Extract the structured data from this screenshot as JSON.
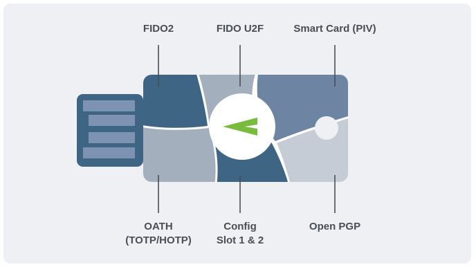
{
  "diagram": {
    "labels": {
      "fido2": "FIDO2",
      "fido_u2f": "FIDO U2F",
      "smart_card": "Smart Card (PIV)",
      "oath_line1": "OATH",
      "oath_line2": "(TOTP/HOTP)",
      "config_line1": "Config",
      "config_line2": "Slot 1 & 2",
      "open_pgp": "Open PGP"
    },
    "colors": {
      "background": "#eef0f3",
      "text": "#4a4d52",
      "connector_line": "#4a4d52",
      "dark_segment": "#3f6585",
      "mid_segment": "#6d85a3",
      "light_segment": "#a4afbe",
      "pale_segment": "#c6ccd6",
      "usb_plug": "#3f6585",
      "usb_contacts": "#7d93b1",
      "center_disc": "#ffffff",
      "logo_accent": "#79bc3d"
    },
    "icons": [
      "security-key-illustration",
      "yubico-logo-icon"
    ]
  }
}
